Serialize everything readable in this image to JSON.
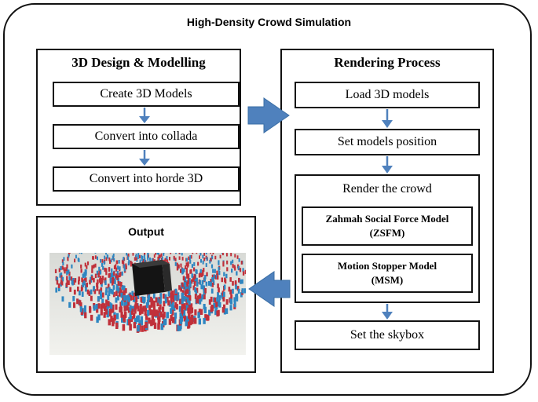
{
  "title": "High-Density Crowd Simulation",
  "design": {
    "heading": "3D Design & Modelling",
    "steps": [
      "Create 3D Models",
      "Convert into collada",
      "Convert into horde 3D"
    ]
  },
  "rendering": {
    "heading": "Rendering Process",
    "step_load": "Load 3D models",
    "step_position": "Set models position",
    "crowd_heading": "Render the crowd",
    "zsfm_line1": "Zahmah Social Force Model",
    "zsfm_line2": "(ZSFM)",
    "msm_line1": "Motion Stopper Model",
    "msm_line2": "(MSM)",
    "step_skybox": "Set the skybox"
  },
  "output": {
    "heading": "Output"
  },
  "colors": {
    "arrow_fill": "#4f81bd",
    "arrow_stroke": "#3a6ea5",
    "crowd_red": "#c0303a",
    "crowd_blue": "#2e86c1"
  }
}
